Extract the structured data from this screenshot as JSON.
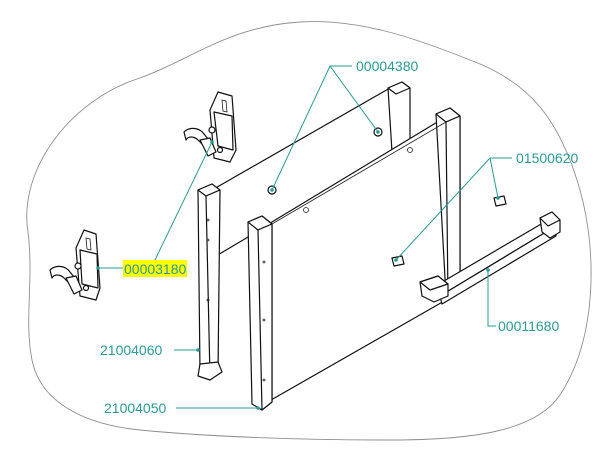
{
  "colors": {
    "leader": "#2a9b96",
    "highlight": "#ffff00",
    "ink": "#111111",
    "outline": "#8e8e8e"
  },
  "labels": {
    "hinge_pair": "00003180",
    "rail_hooks": "00004380",
    "handle_pins": "01500620",
    "handle": "00011680",
    "inner_panel": "21004060",
    "front_panel": "21004050"
  },
  "highlighted": "hinge_pair"
}
